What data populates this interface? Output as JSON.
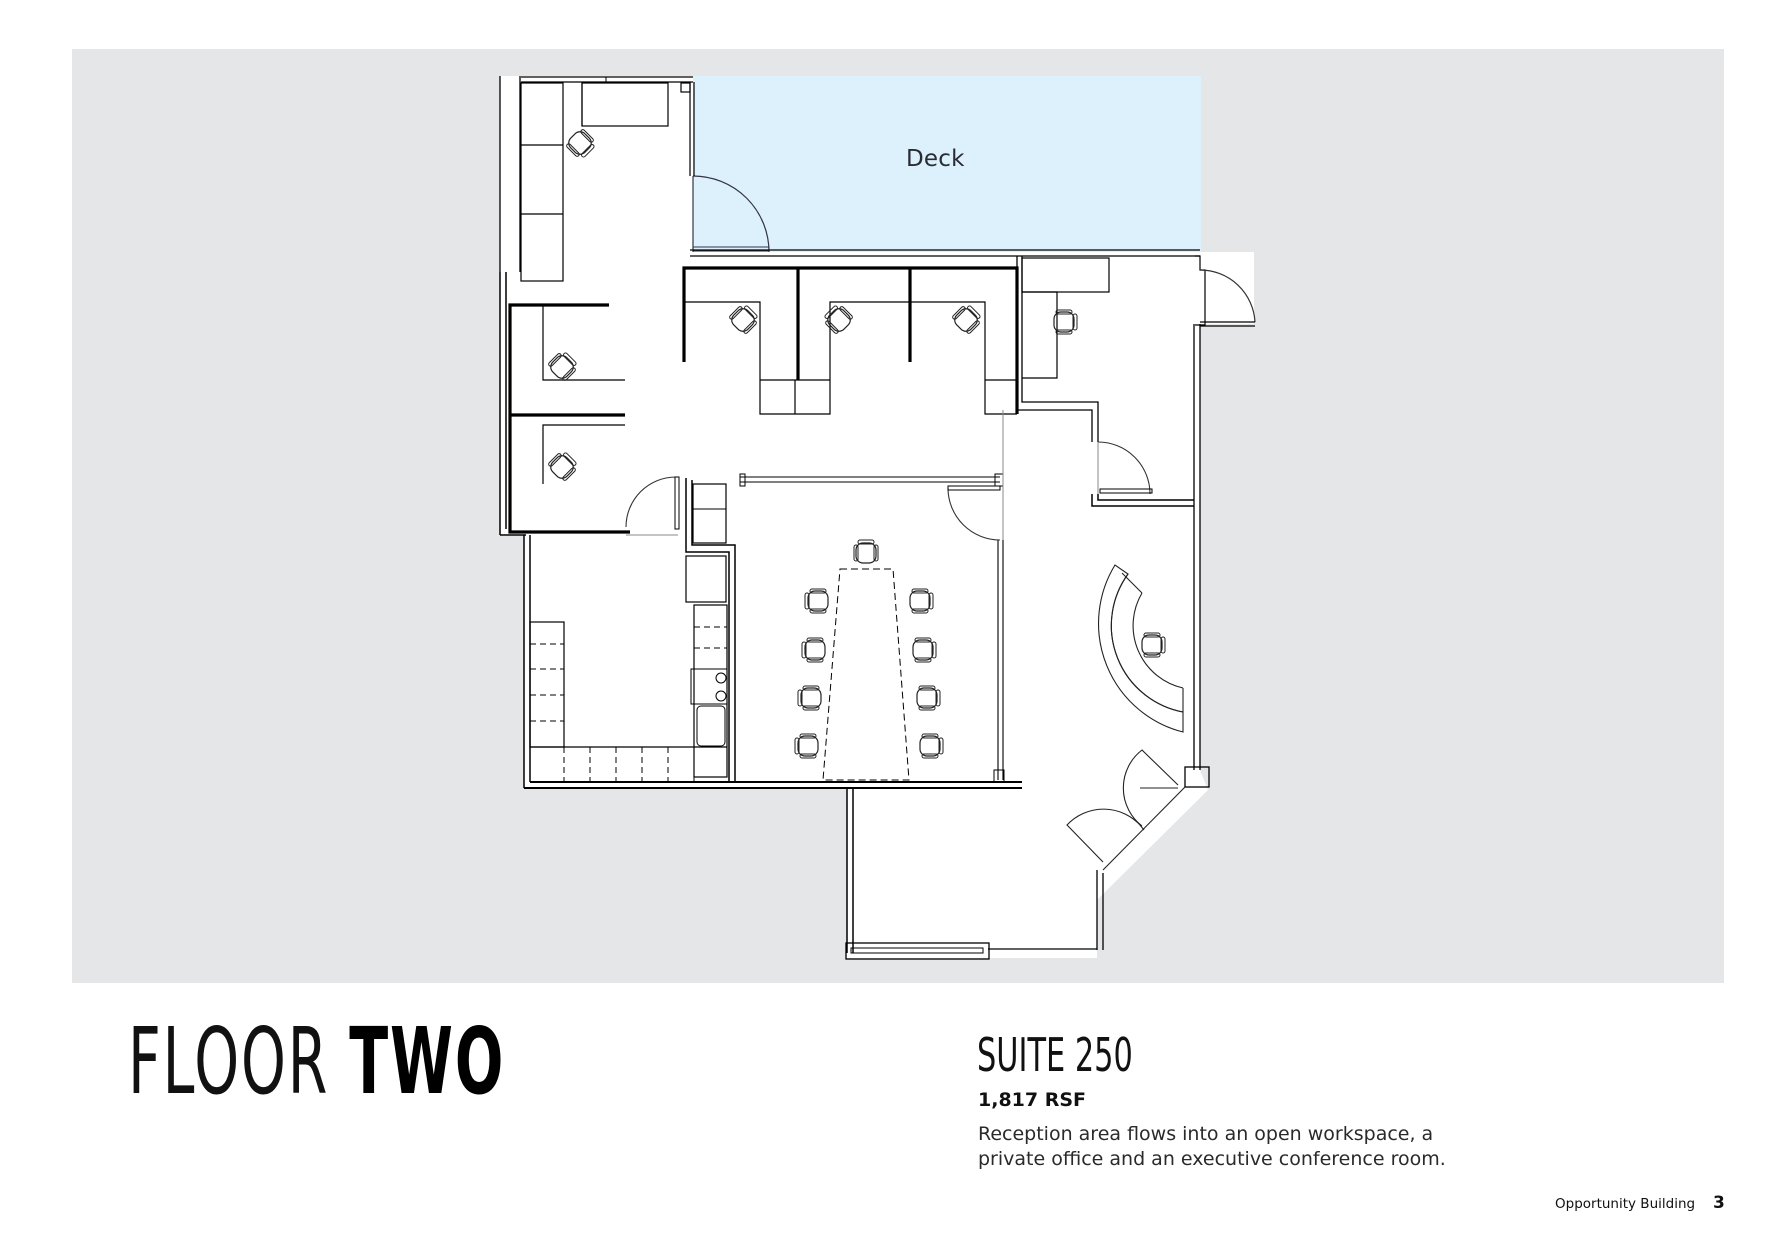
{
  "floor_plan": {
    "room_labels": {
      "deck": "Deck"
    },
    "colors": {
      "background_panel": "#e5e6e8",
      "deck_fill": "#dcf1fb",
      "interior_fill": "#ffffff",
      "wall": "#000000"
    }
  },
  "heading": {
    "floor_word": "FLOOR",
    "floor_number": "TWO"
  },
  "suite": {
    "title": "SUITE 250",
    "area": "1,817 RSF",
    "description": "Reception area flows into an open workspace, a private office and an executive conference room."
  },
  "footer": {
    "document_name": "Opportunity Building",
    "page_number": "3"
  }
}
